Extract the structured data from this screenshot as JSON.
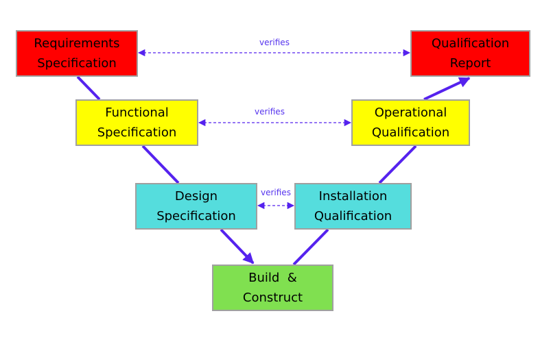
{
  "colors": {
    "red": "#ff0000",
    "yellow": "#ffff00",
    "cyan": "#55dddd",
    "green": "#80e050",
    "connector": "#5522ee",
    "border": "#a0a0a0"
  },
  "nodes": [
    {
      "id": "requirements-specification",
      "lines": [
        "Requirements",
        "Specification"
      ],
      "color": "red"
    },
    {
      "id": "qualification-report",
      "lines": [
        "Qualification",
        "Report"
      ],
      "color": "red"
    },
    {
      "id": "functional-specification",
      "lines": [
        "Functional",
        "Specification"
      ],
      "color": "yellow"
    },
    {
      "id": "operational-qualification",
      "lines": [
        "Operational",
        "Qualification"
      ],
      "color": "yellow"
    },
    {
      "id": "design-specification",
      "lines": [
        "Design",
        "Specification"
      ],
      "color": "cyan"
    },
    {
      "id": "installation-qualification",
      "lines": [
        "Installation",
        "Qualification"
      ],
      "color": "cyan"
    },
    {
      "id": "build-construct",
      "lines": [
        "Build  &",
        "Construct"
      ],
      "color": "green"
    }
  ],
  "verifies_links": [
    {
      "from": "requirements-specification",
      "to": "qualification-report",
      "label": "verifies"
    },
    {
      "from": "functional-specification",
      "to": "operational-qualification",
      "label": "verifies"
    },
    {
      "from": "design-specification",
      "to": "installation-qualification",
      "label": "verifies"
    }
  ],
  "flow_links": [
    {
      "from": "requirements-specification",
      "to": "functional-specification",
      "arrow": false
    },
    {
      "from": "functional-specification",
      "to": "design-specification",
      "arrow": false
    },
    {
      "from": "design-specification",
      "to": "build-construct",
      "arrow": true
    },
    {
      "from": "build-construct",
      "to": "installation-qualification",
      "arrow": false
    },
    {
      "from": "installation-qualification",
      "to": "operational-qualification",
      "arrow": false
    },
    {
      "from": "operational-qualification",
      "to": "qualification-report",
      "arrow": true
    }
  ]
}
